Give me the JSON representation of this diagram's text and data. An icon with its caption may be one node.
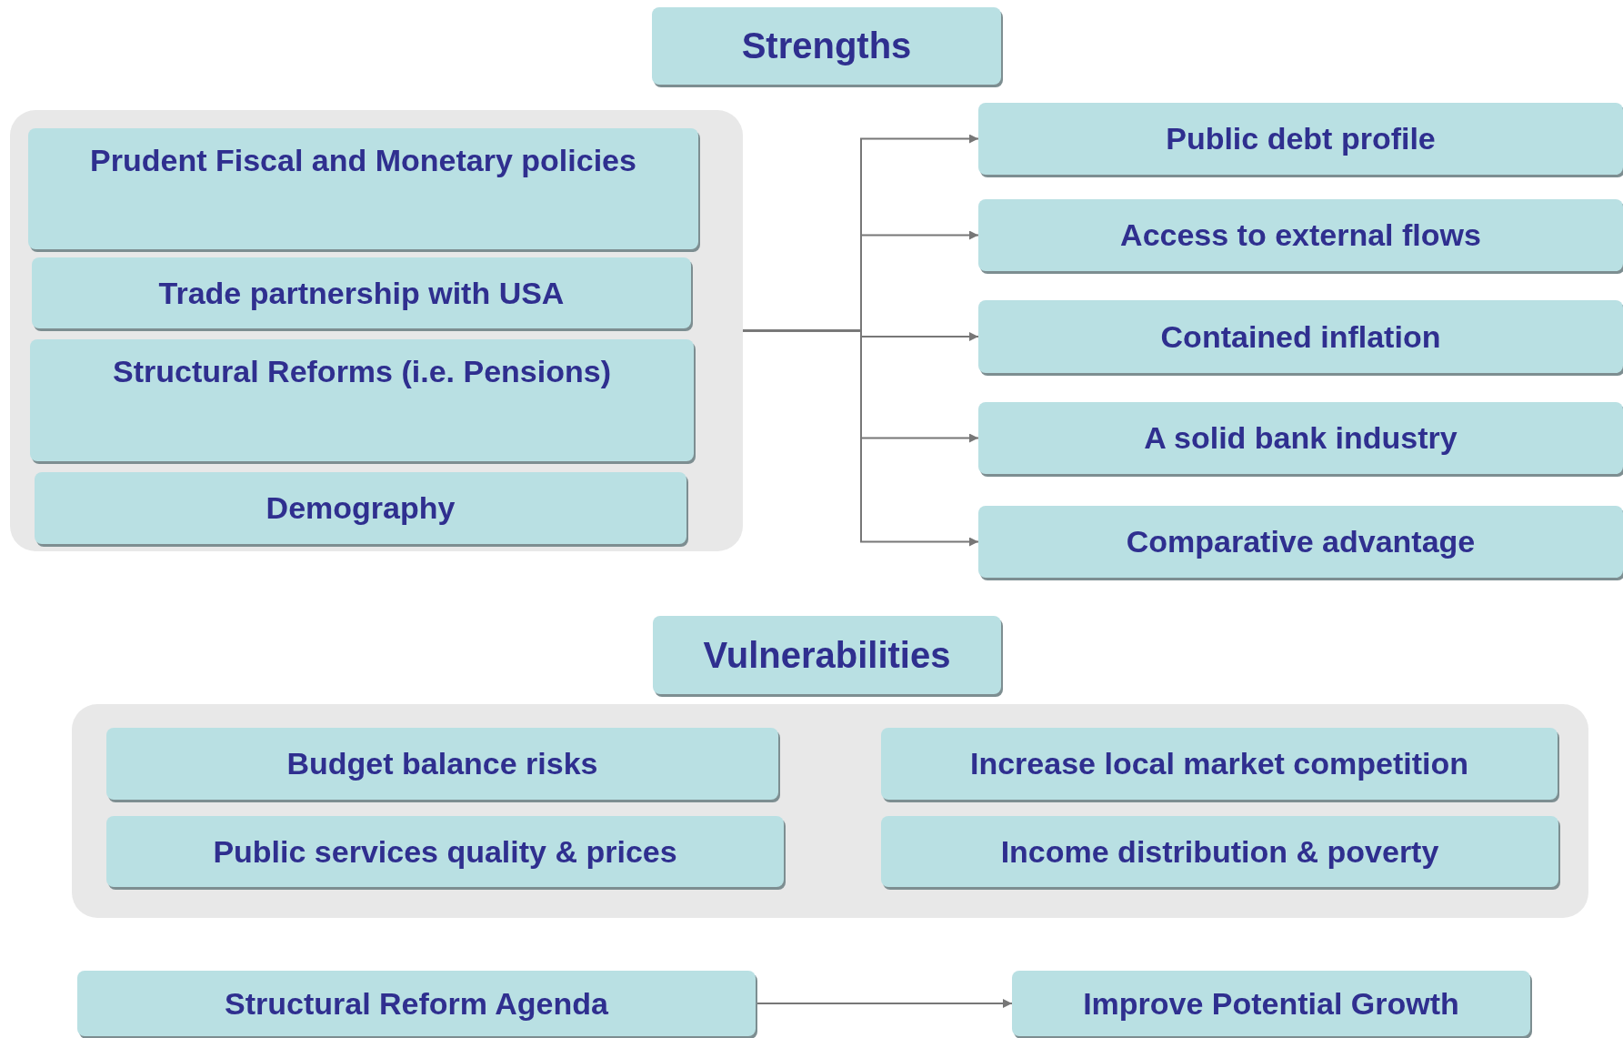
{
  "diagram": {
    "nodes": [
      {
        "text": [
          "Strengths"
        ]
      },
      {
        "text": [],
        "shape": "box"
      },
      {
        "text": [
          "Prudent Fiscal and Monetary policies"
        ],
        "in": 1
      },
      {
        "text": [
          "Trade partnership with USA"
        ],
        "in": 1
      },
      {
        "text": [
          "Structural Reforms (i.e. Pensions)"
        ],
        "in": 1
      },
      {
        "text": [
          "Demography"
        ],
        "in": 1
      },
      {
        "text": [
          "Public debt profile"
        ]
      },
      {
        "text": [
          "Access to external flows"
        ]
      },
      {
        "text": [
          "Contained inflation"
        ]
      },
      {
        "text": [
          "A solid bank industry"
        ]
      },
      {
        "text": [
          "Comparative advantage"
        ]
      },
      {
        "text": [
          "Vulnerabilities"
        ]
      },
      {
        "text": [],
        "shape": "box"
      },
      {
        "text": [
          "Budget balance risks"
        ],
        "in": 12
      },
      {
        "text": [
          "Increase local market competition"
        ],
        "in": 12
      },
      {
        "text": [
          "Public services quality & prices"
        ],
        "in": 12
      },
      {
        "text": [
          "Income distribution & poverty"
        ],
        "in": 12
      },
      {
        "text": [
          "Structural Reform Agenda"
        ]
      },
      {
        "text": [
          "Improve Potential Growth"
        ]
      }
    ],
    "edges": [
      {
        "from": 1,
        "to": 6,
        "arrow": "to"
      },
      {
        "from": 1,
        "to": 7,
        "arrow": "to"
      },
      {
        "from": 1,
        "to": 8,
        "arrow": "to"
      },
      {
        "from": 1,
        "to": 9,
        "arrow": "to"
      },
      {
        "from": 1,
        "to": 10,
        "arrow": "to"
      },
      {
        "from": 17,
        "to": 18,
        "arrow": "to"
      }
    ]
  }
}
